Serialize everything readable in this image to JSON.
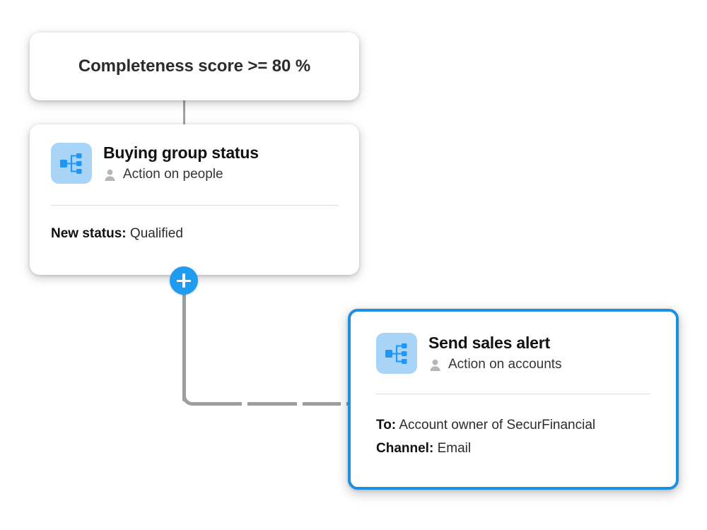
{
  "canvas": {
    "background_color": "#ffffff",
    "accent_blue": "#1f9cf0",
    "selected_border_color": "#1d8fe0",
    "icon_tile_color": "#a8d4f7",
    "connector_color": "#9e9e9e"
  },
  "condition_node": {
    "text": "Completeness score >= 80 %"
  },
  "add_button": {
    "icon": "plus-icon",
    "label": "+"
  },
  "nodes": [
    {
      "id": "buying-group-status",
      "icon": "hierarchy-icon",
      "title": "Buying group status",
      "subtitle_icon": "person-icon",
      "subtitle": "Action on people",
      "selected": false,
      "fields": [
        {
          "label": "New status:",
          "value": "Qualified"
        }
      ]
    },
    {
      "id": "send-sales-alert",
      "icon": "hierarchy-icon",
      "title": "Send sales alert",
      "subtitle_icon": "person-icon",
      "subtitle": "Action on accounts",
      "selected": true,
      "fields": [
        {
          "label": "To:",
          "value": "Account owner of SecurFinancial"
        },
        {
          "label": "Channel:",
          "value": "Email"
        }
      ]
    }
  ]
}
